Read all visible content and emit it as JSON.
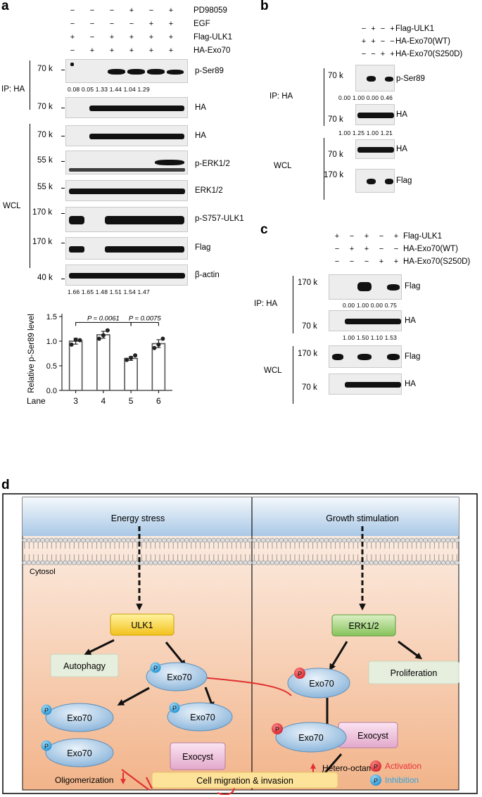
{
  "panels": {
    "a": "a",
    "b": "b",
    "c": "c",
    "d": "d"
  },
  "a": {
    "treatments": [
      {
        "label": "PD98059",
        "signs": [
          "−",
          "−",
          "−",
          "+",
          "−",
          "+"
        ]
      },
      {
        "label": "EGF",
        "signs": [
          "−",
          "−",
          "−",
          "−",
          "+",
          "+"
        ]
      },
      {
        "label": "Flag-ULK1",
        "signs": [
          "+",
          "−",
          "+",
          "+",
          "+",
          "+"
        ]
      },
      {
        "label": "HA-Exo70",
        "signs": [
          "−",
          "+",
          "+",
          "+",
          "+",
          "+"
        ]
      }
    ],
    "ip_label": "IP: HA",
    "wcl_label": "WCL",
    "blots": [
      {
        "mw": "70 k",
        "label": "p-Ser89",
        "quant": "0.08 0.05 1.33 1.44 1.04 1.29"
      },
      {
        "mw": "70 k",
        "label": "HA",
        "quant": ""
      },
      {
        "mw": "70 k",
        "label": "HA",
        "quant": ""
      },
      {
        "mw": "55 k",
        "label": "p-ERK1/2",
        "quant": ""
      },
      {
        "mw": "55 k",
        "label": "ERK1/2",
        "quant": ""
      },
      {
        "mw": "170 k",
        "label": "p-S757-ULK1",
        "quant": ""
      },
      {
        "mw": "170 k",
        "label": "Flag",
        "quant": ""
      },
      {
        "mw": "40 k",
        "label": "β-actin",
        "quant": "1.66 1.65 1.48 1.51 1.54 1.47"
      }
    ]
  },
  "chart_data": {
    "type": "bar",
    "categories": [
      "3",
      "4",
      "5",
      "6"
    ],
    "values": [
      1.0,
      1.13,
      0.65,
      0.95
    ],
    "errors": [
      0.06,
      0.07,
      0.04,
      0.08
    ],
    "points": [
      [
        0.93,
        1.03,
        1.02
      ],
      [
        1.05,
        1.12,
        1.22
      ],
      [
        0.62,
        0.66,
        0.71
      ],
      [
        0.86,
        0.93,
        1.05
      ]
    ],
    "ylabel": "Relative p-Ser89 level",
    "xlabel": "Lane",
    "ylim": [
      0,
      1.5
    ],
    "yticks": [
      "0.0",
      "0.5",
      "1.0",
      "1.5"
    ],
    "annotations": [
      {
        "text": "P = 0.0061",
        "from": "3",
        "to": "5"
      },
      {
        "text": "P = 0.0075",
        "from": "5",
        "to": "6"
      }
    ],
    "grid": false
  },
  "b": {
    "treatments": [
      {
        "label": "Flag-ULK1",
        "signs": [
          "−",
          "+",
          "−",
          "+"
        ]
      },
      {
        "label": "HA-Exo70(WT)",
        "signs": [
          "+",
          "+",
          "−",
          "−"
        ]
      },
      {
        "label": "HA-Exo70(S250D)",
        "signs": [
          "−",
          "−",
          "+",
          "+"
        ]
      }
    ],
    "ip_label": "IP: HA",
    "wcl_label": "WCL",
    "blots": [
      {
        "mw": "70 k",
        "label": "p-Ser89",
        "quant": "0.00 1.00 0.00 0.46"
      },
      {
        "mw": "70 k",
        "label": "HA",
        "quant": "1.00 1.25 1.00 1.21"
      },
      {
        "mw": "70 k",
        "label": "HA",
        "quant": ""
      },
      {
        "mw": "170 k",
        "label": "Flag",
        "quant": ""
      }
    ]
  },
  "c": {
    "treatments": [
      {
        "label": "Flag-ULK1",
        "signs": [
          "+",
          "−",
          "+",
          "−",
          "+"
        ]
      },
      {
        "label": "HA-Exo70(WT)",
        "signs": [
          "−",
          "+",
          "+",
          "−",
          "−"
        ]
      },
      {
        "label": "HA-Exo70(S250D)",
        "signs": [
          "−",
          "−",
          "−",
          "+",
          "+"
        ]
      }
    ],
    "ip_label": "IP: HA",
    "wcl_label": "WCL",
    "blots": [
      {
        "mw": "170 k",
        "label": "Flag",
        "quant": "0.00 1.00 0.00 0.75"
      },
      {
        "mw": "70 k",
        "label": "HA",
        "quant": "1.00 1.50 1.10 1.53"
      },
      {
        "mw": "170 k",
        "label": "Flag",
        "quant": ""
      },
      {
        "mw": "70 k",
        "label": "HA",
        "quant": ""
      }
    ]
  },
  "d": {
    "left_header": "Energy stress",
    "right_header": "Growth stimulation",
    "cytosol": "Cytosol",
    "ulk1": "ULK1",
    "erk": "ERK1/2",
    "autophagy": "Autophagy",
    "proliferation": "Proliferation",
    "exo70": "Exo70",
    "exocyst": "Exocyst",
    "p": "P",
    "oligomerization": "Oligomerization",
    "hetero": "Hetero-octamer",
    "migration": "Cell migration & invasion",
    "legend_activation": "Activation",
    "legend_inhibition": "Inhibition",
    "colors": {
      "activation": "#e8303a",
      "inhibition": "#2fa6e0",
      "arrow_red": "#e03030"
    }
  }
}
